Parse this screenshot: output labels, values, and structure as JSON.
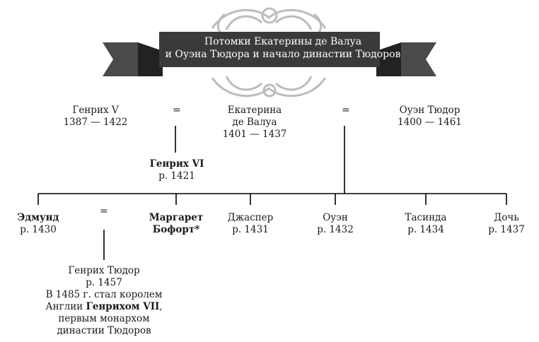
{
  "banner": {
    "line1": "Потомки Екатерины де Валуа",
    "line2": "и Оуэна Тюдора и начало династии Тюдоров"
  },
  "marriage_symbol": "=",
  "people": {
    "henry5": {
      "name": "Генрих V",
      "dates": "1387 — 1422"
    },
    "catherine": {
      "name_line1": "Екатерина",
      "name_line2": "де Валуа",
      "dates": "1401 — 1437"
    },
    "owen_sr": {
      "name": "Оуэн Тюдор",
      "dates": "1400 — 1461"
    },
    "henry6": {
      "name": "Генрих VI",
      "dates": "р. 1421"
    },
    "edmund": {
      "name": "Эдмунд",
      "dates": "р. 1430"
    },
    "margaret": {
      "name_line1": "Маргарет",
      "name_line2": "Бофорт*"
    },
    "jasper": {
      "name": "Джаспер",
      "dates": "р. 1431"
    },
    "owen_jr": {
      "name": "Оуэн",
      "dates": "р. 1432"
    },
    "tacinda": {
      "name": "Тасинда",
      "dates": "р. 1434"
    },
    "daughter": {
      "name": "Дочь",
      "dates": "р. 1437"
    },
    "henry7": {
      "name": "Генрих Тюдор",
      "dates": "р. 1457",
      "note1": "В 1485 г. стал королем",
      "note2_pre": "Англии ",
      "note2_bold": "Генрихом VII",
      "note2_post": ",",
      "note3": "первым монархом",
      "note4": "династии Тюдоров"
    }
  },
  "colors": {
    "banner_fill": "#3a3a3a",
    "ribbon_dark": "#2a2a2a",
    "ornament": "#bdbdbd",
    "line": "#000000"
  }
}
